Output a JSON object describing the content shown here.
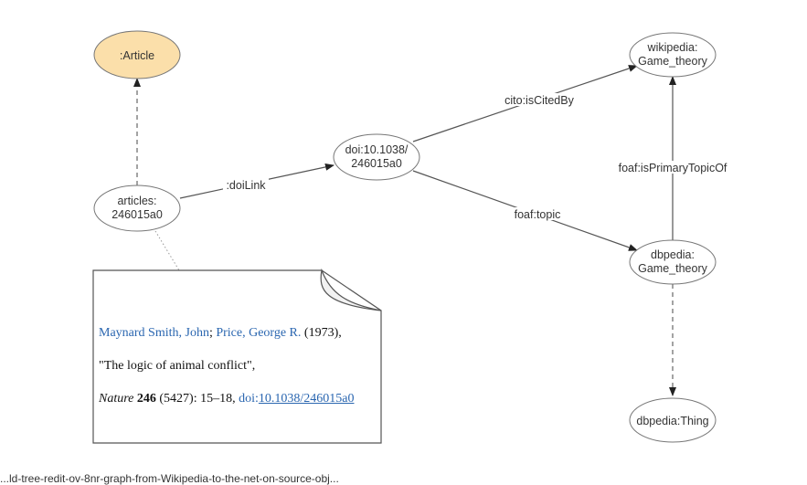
{
  "nodes": {
    "article_class": ":Article",
    "articles_line1": "articles:",
    "articles_line2": "246015a0",
    "doi_line1": "doi:10.1038/",
    "doi_line2": "246015a0",
    "wikipedia_line1": "wikipedia:",
    "wikipedia_line2": "Game_theory",
    "dbpedia_line1": "dbpedia:",
    "dbpedia_line2": "Game_theory",
    "dbpedia_thing": "dbpedia:Thing"
  },
  "edges": {
    "doi_link": ":doiLink",
    "cited_by": "cito:isCitedBy",
    "topic": "foaf:topic",
    "primary_topic_of": "foaf:isPrimaryTopicOf"
  },
  "note": {
    "author1": "Maynard Smith, John",
    "sep1": "; ",
    "author2": "Price, George R.",
    "year": " (1973),",
    "title": "\"The logic of animal conflict\",",
    "journal": "Nature",
    "volume": "246",
    "issue_pages": " (5427): 15–18, ",
    "doi_prefix": "doi:",
    "doi_value": "10.1038/246015a0"
  },
  "caption": "...ld-tree-redit-ov-8nr-graph-from-Wikipedia-to-the-net-on-source-obj..."
}
